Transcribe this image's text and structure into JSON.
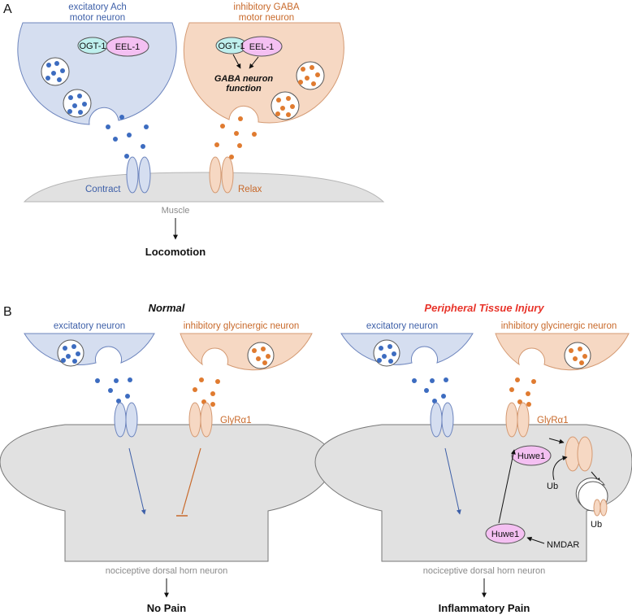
{
  "panel_a": {
    "label": "A",
    "excitatory_neuron": {
      "line1": "excitatory Ach",
      "line2": "motor neuron"
    },
    "inhibitory_neuron": {
      "line1": "inhibitory GABA",
      "line2": "motor neuron"
    },
    "ogt1": "OGT-1",
    "eel1": "EEL-1",
    "gaba_function": {
      "line1": "GABA neuron",
      "line2": "function"
    },
    "contract": "Contract",
    "relax": "Relax",
    "muscle": "Muscle",
    "outcome": "Locomotion"
  },
  "panel_b": {
    "label": "B",
    "glyra1": "GlyRα1",
    "dorsal_horn": "nociceptive dorsal horn neuron",
    "normal": {
      "title": "Normal",
      "excitatory": "excitatory neuron",
      "inhibitory": "inhibitory glycinergic neuron",
      "outcome": "No Pain"
    },
    "injury": {
      "title": "Peripheral Tissue Injury",
      "excitatory": "excitatory neuron",
      "inhibitory": "inhibitory glycinergic neuron",
      "huwe1": "Huwe1",
      "ub": "Ub",
      "nmdar": "NMDAR",
      "outcome": "Inflammatory Pain"
    }
  },
  "colors": {
    "excitatory": "#3d5fa8",
    "inhibitory": "#c8692a",
    "injury_title": "#e8342a",
    "ogt1_fill": "#bff0ee",
    "eel1_huwe1_fill": "#f4c0f2"
  }
}
